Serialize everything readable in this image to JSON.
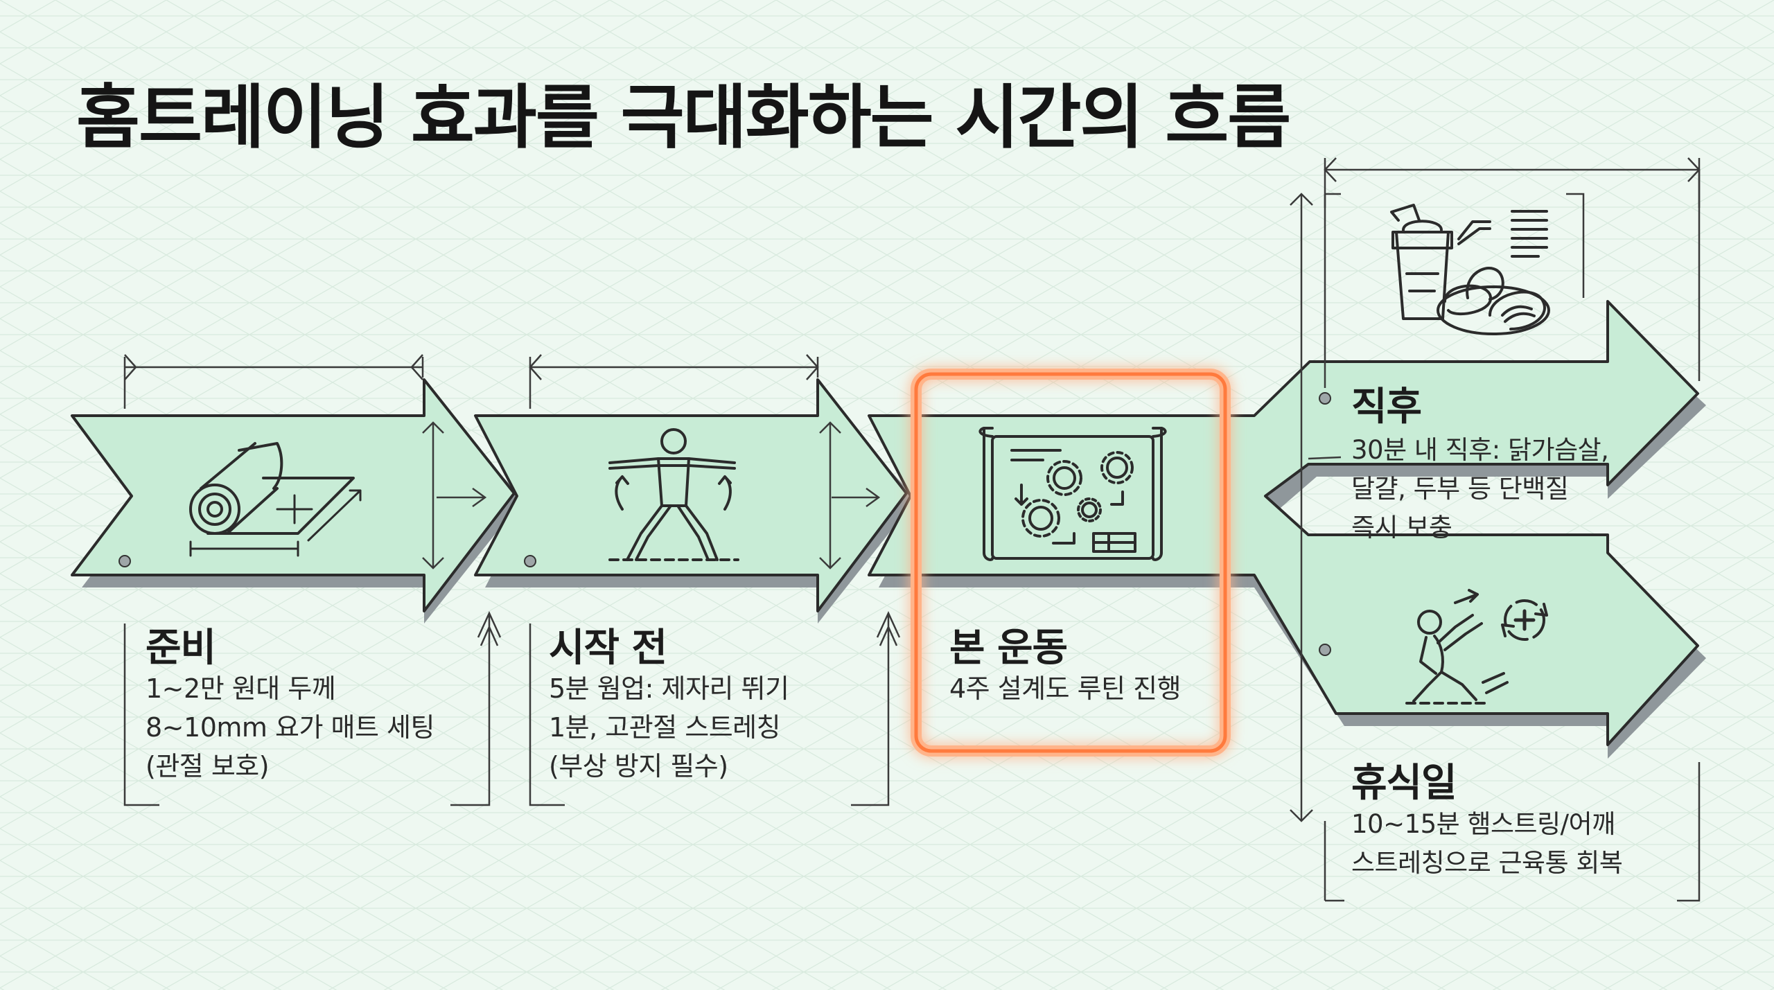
{
  "title": "홈트레이닝 효과를 극대화하는 시간의 흐름",
  "colors": {
    "arrow_fill": "#c8ecd6",
    "arrow_shadow": "#8f979b",
    "outline": "#2b2b2b",
    "highlight": "#ff7a3d",
    "background": "#eef8f1"
  },
  "steps": {
    "prep": {
      "heading": "준비",
      "lines": [
        "1~2만 원대 두께",
        "8~10mm 요가 매트 세팅",
        "(관절 보호)"
      ],
      "icon": "rolled-yoga-mat-icon"
    },
    "before": {
      "heading": "시작 전",
      "lines": [
        "5분 웜업: 제자리 뛰기",
        "1분, 고관절 스트레칭",
        "(부상 방지 필수)"
      ],
      "icon": "warmup-stretch-figure-icon"
    },
    "main": {
      "heading": "본 운동",
      "lines": [
        "4주 설계도 루틴 진행"
      ],
      "icon": "blueprint-gears-icon"
    },
    "after": {
      "heading": "직후",
      "lines": [
        "30분 내 직후: 닭가슴살,",
        "달걀, 두부 등 단백질",
        "즉시 보충"
      ],
      "icon": "protein-shake-food-icon"
    },
    "rest": {
      "heading": "휴식일",
      "lines": [
        "10~15분 햄스트링/어깨",
        "스트레칭으로 근육통 회복"
      ],
      "icon": "recovery-stretch-icon"
    }
  }
}
